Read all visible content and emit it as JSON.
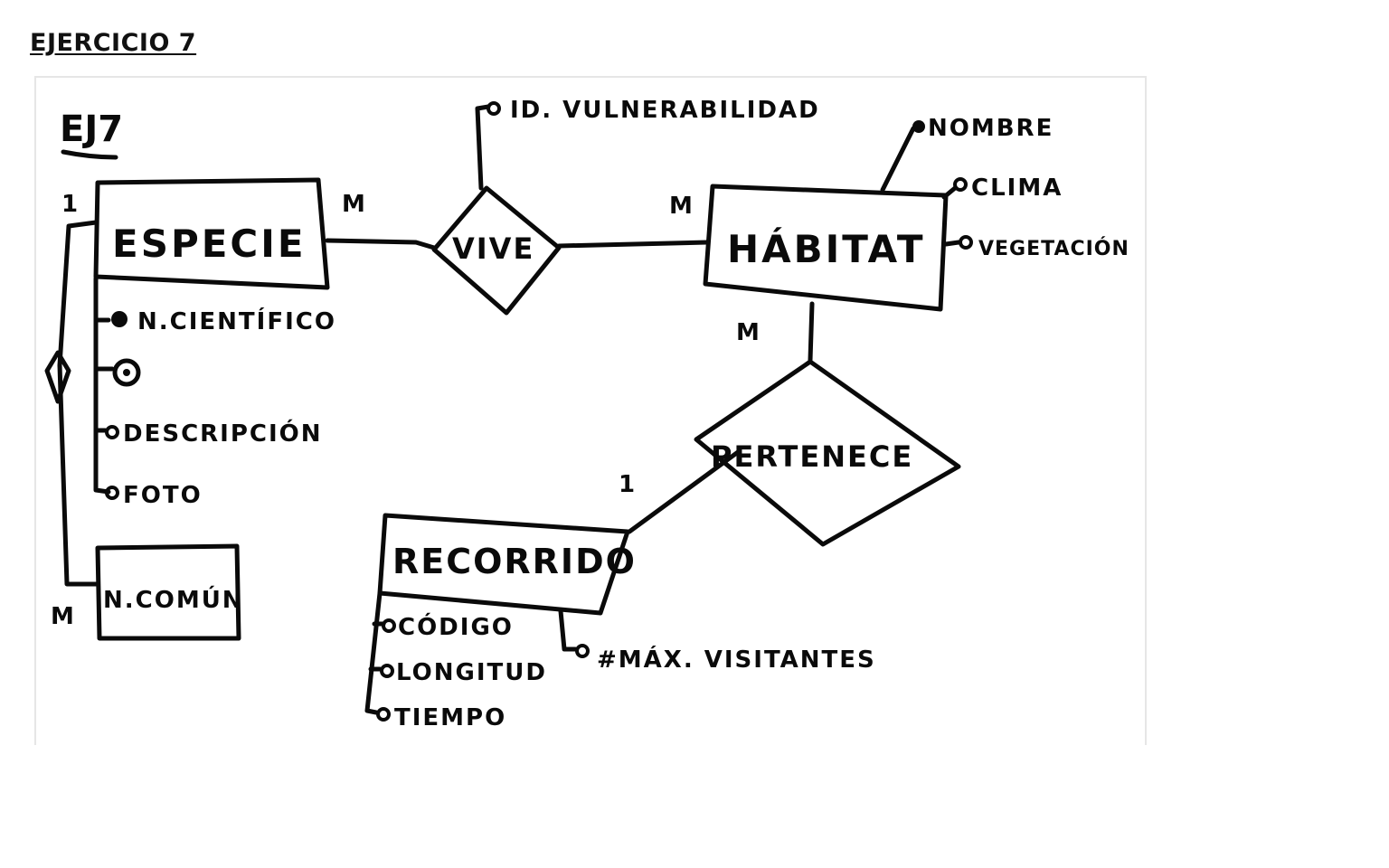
{
  "page": {
    "title": "EJERCICIO 7"
  },
  "diagram": {
    "label": "EJ7",
    "entities": {
      "especie": "ESPECIE",
      "habitat": "HÁBITAT",
      "recorrido": "RECORRIDO",
      "n_comun": "N.COMÚN"
    },
    "relationships": {
      "vive": "VIVE",
      "pertenece": "PERTENECE"
    },
    "attributes": {
      "id_vulnerabilidad": "ID. VULNERABILIDAD",
      "nombre": "NOMBRE",
      "clima": "CLIMA",
      "vegetacion": "VEGETACIÓN",
      "n_cientifico": "N.CIENTÍFICO",
      "descripcion": "DESCRIPCIÓN",
      "foto": "FOTO",
      "codigo": "CÓDIGO",
      "longitud": "LONGITUD",
      "tiempo": "TIEMPO",
      "max_visitantes": "#MÁX. VISITANTES"
    },
    "cardinalities": {
      "especie_vive": "M",
      "vive_habitat": "M",
      "habitat_pertenece": "M",
      "pertenece_recorrido": "1",
      "especie_ncomun_top": "1",
      "especie_ncomun_bottom": "M"
    }
  }
}
